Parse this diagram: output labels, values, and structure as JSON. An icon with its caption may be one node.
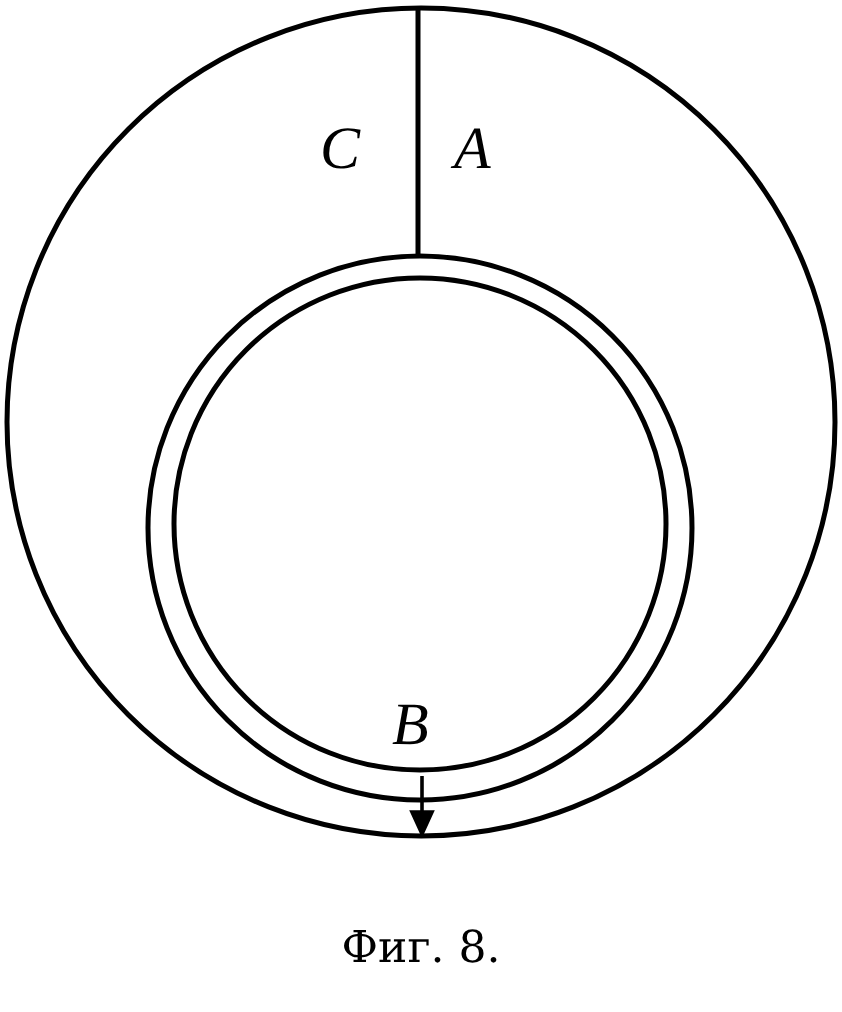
{
  "diagram": {
    "caption": "Фиг. 8.",
    "labels": [
      "C",
      "A",
      "B"
    ]
  }
}
